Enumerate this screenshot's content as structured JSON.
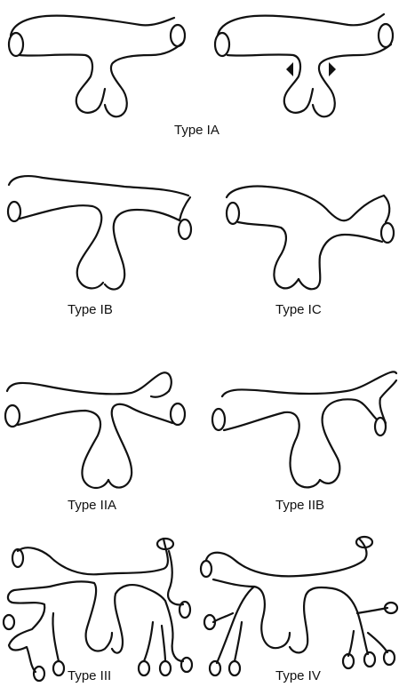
{
  "labels": {
    "type_ia": "Type IA",
    "type_ib": "Type IB",
    "type_ic": "Type IC",
    "type_iia": "Type IIA",
    "type_iib": "Type IIB",
    "type_iii": "Type III",
    "type_iv": "Type IV"
  }
}
